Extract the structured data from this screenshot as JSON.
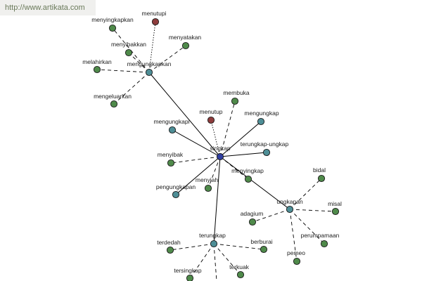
{
  "site": {
    "url": "http://www.artikata.com"
  },
  "colors": {
    "center": "#2f3ea0",
    "hub": "#4e8e96",
    "leaf": "#4f8a4a",
    "antonym": "#8e3c3c",
    "edge": "#000000"
  },
  "graph": {
    "nodes": [
      {
        "id": "singkap",
        "label": "singkap",
        "kind": "center"
      },
      {
        "id": "mengungkapkan",
        "label": "mengungkapkan",
        "kind": "hub"
      },
      {
        "id": "ungkapan",
        "label": "ungkapan",
        "kind": "hub"
      },
      {
        "id": "terungkap",
        "label": "terungkap",
        "kind": "hub"
      },
      {
        "id": "menutup",
        "label": "menutup",
        "kind": "antonym"
      },
      {
        "id": "mengungkap",
        "label": "mengungkap",
        "kind": "hub"
      },
      {
        "id": "terungkap-ungkap",
        "label": "terungkap-ungkap",
        "kind": "hub"
      },
      {
        "id": "mengungkapi",
        "label": "mengungkapi",
        "kind": "hub"
      },
      {
        "id": "pengungkapan",
        "label": "pengungkapan",
        "kind": "hub"
      },
      {
        "id": "membuka",
        "label": "membuka",
        "kind": "leaf"
      },
      {
        "id": "menyibak",
        "label": "menyibak",
        "kind": "leaf"
      },
      {
        "id": "menyiah",
        "label": "menyiah",
        "kind": "leaf"
      },
      {
        "id": "menyingkap",
        "label": "menyingkap",
        "kind": "leaf"
      },
      {
        "id": "menyingkapkan",
        "label": "menyingkapkan",
        "kind": "leaf"
      },
      {
        "id": "menutupi",
        "label": "menutupi",
        "kind": "antonym"
      },
      {
        "id": "menyibakkan",
        "label": "menyibakkan",
        "kind": "leaf"
      },
      {
        "id": "menyatakan",
        "label": "menyatakan",
        "kind": "leaf"
      },
      {
        "id": "melahirkan",
        "label": "melahirkan",
        "kind": "leaf"
      },
      {
        "id": "mengeluarkan",
        "label": "mengeluarkan",
        "kind": "leaf"
      },
      {
        "id": "bidal",
        "label": "bidal",
        "kind": "leaf"
      },
      {
        "id": "misal",
        "label": "misal",
        "kind": "leaf"
      },
      {
        "id": "adagium",
        "label": "adagium",
        "kind": "leaf"
      },
      {
        "id": "perumpamaan",
        "label": "perumpamaan",
        "kind": "leaf"
      },
      {
        "id": "pemeo",
        "label": "pemeo",
        "kind": "leaf"
      },
      {
        "id": "terdedah",
        "label": "terdedah",
        "kind": "leaf"
      },
      {
        "id": "berburai",
        "label": "berburai",
        "kind": "leaf"
      },
      {
        "id": "tersingkap",
        "label": "tersingkap",
        "kind": "leaf"
      },
      {
        "id": "terkuak",
        "label": "terkuak",
        "kind": "leaf"
      }
    ],
    "edges": [
      {
        "from": "singkap",
        "to": "mengungkapkan",
        "style": "solid"
      },
      {
        "from": "singkap",
        "to": "ungkapan",
        "style": "solid"
      },
      {
        "from": "singkap",
        "to": "terungkap",
        "style": "solid"
      },
      {
        "from": "singkap",
        "to": "mengungkap",
        "style": "solid"
      },
      {
        "from": "singkap",
        "to": "terungkap-ungkap",
        "style": "solid"
      },
      {
        "from": "singkap",
        "to": "mengungkapi",
        "style": "solid"
      },
      {
        "from": "singkap",
        "to": "pengungkapan",
        "style": "solid"
      },
      {
        "from": "singkap",
        "to": "menutup",
        "style": "dotted"
      },
      {
        "from": "singkap",
        "to": "membuka",
        "style": "dashed"
      },
      {
        "from": "singkap",
        "to": "menyibak",
        "style": "dashed"
      },
      {
        "from": "singkap",
        "to": "menyiah",
        "style": "dashed"
      },
      {
        "from": "singkap",
        "to": "menyingkap",
        "style": "dashed"
      },
      {
        "from": "mengungkapkan",
        "to": "menyingkapkan",
        "style": "dashed"
      },
      {
        "from": "mengungkapkan",
        "to": "menutupi",
        "style": "dotted"
      },
      {
        "from": "mengungkapkan",
        "to": "menyibakkan",
        "style": "dashed"
      },
      {
        "from": "mengungkapkan",
        "to": "menyatakan",
        "style": "dashed"
      },
      {
        "from": "mengungkapkan",
        "to": "melahirkan",
        "style": "dashed"
      },
      {
        "from": "mengungkapkan",
        "to": "mengeluarkan",
        "style": "dashed"
      },
      {
        "from": "ungkapan",
        "to": "bidal",
        "style": "dashed"
      },
      {
        "from": "ungkapan",
        "to": "misal",
        "style": "dashed"
      },
      {
        "from": "ungkapan",
        "to": "adagium",
        "style": "dashed"
      },
      {
        "from": "ungkapan",
        "to": "perumpamaan",
        "style": "dashed"
      },
      {
        "from": "ungkapan",
        "to": "pemeo",
        "style": "dashed"
      },
      {
        "from": "terungkap",
        "to": "terdedah",
        "style": "dashed"
      },
      {
        "from": "terungkap",
        "to": "berburai",
        "style": "dashed"
      },
      {
        "from": "terungkap",
        "to": "tersingkap",
        "style": "dashed"
      },
      {
        "from": "terungkap",
        "to": "terkuak",
        "style": "dashed"
      }
    ]
  }
}
